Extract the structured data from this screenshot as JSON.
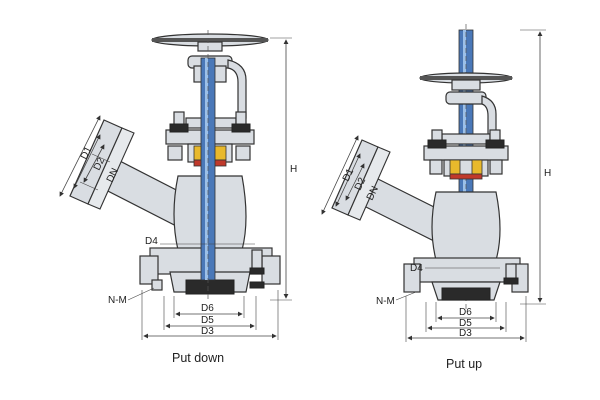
{
  "colors": {
    "stem": "#4a78b8",
    "stem_highlight": "#9cc0e8",
    "packing": "#e8b92c",
    "gasket": "#c0392b",
    "body": "#d9dde2"
  },
  "left_view": {
    "caption": "Put down",
    "labels": {
      "h": "H",
      "d1": "D1",
      "d2": "D2",
      "dn": "DN",
      "d4": "D4",
      "nm": "N-M",
      "d6": "D6",
      "d5": "D5",
      "d3": "D3"
    }
  },
  "right_view": {
    "caption": "Put up",
    "labels": {
      "h": "H",
      "d1": "D1",
      "d2": "D2",
      "dn": "DN",
      "d4": "D4",
      "nm": "N-M",
      "d6": "D6",
      "d5": "D5",
      "d3": "D3"
    }
  }
}
